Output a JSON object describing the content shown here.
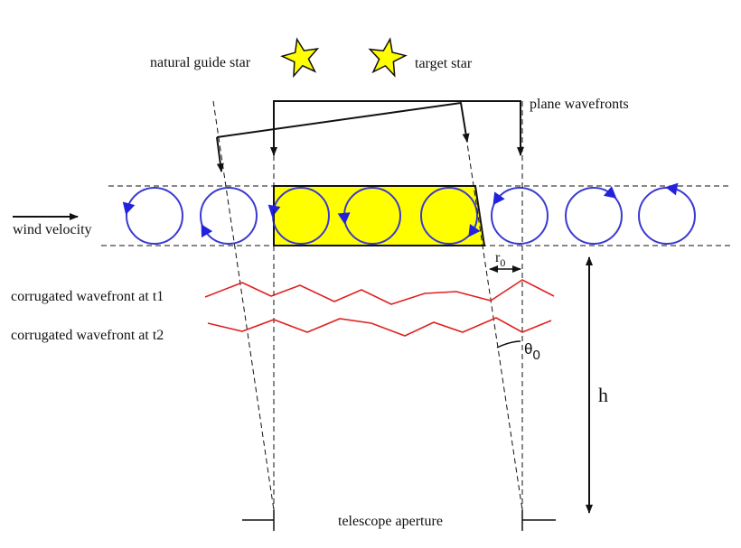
{
  "labels": {
    "natural_guide_star": "natural guide star",
    "target_star": "target star",
    "plane_wavefronts": "plane wavefronts",
    "wind_velocity": "wind velocity",
    "corrugated_t1": "corrugated wavefront at t1",
    "corrugated_t2": "corrugated wavefront at t2",
    "r0_symbol": "r",
    "r0_subscript": "0",
    "theta0_symbol": "θ",
    "theta0_subscript": "0",
    "height": "h",
    "telescope_aperture": "telescope aperture"
  },
  "colors": {
    "star_fill": "#ffff00",
    "turbulent_layer_fill": "#ffff00",
    "eddy_stroke": "#3a3ad0",
    "eddy_arrow": "#2222dd",
    "wavefront_line": "#e02020",
    "lines": "#111111"
  },
  "icons": {
    "guide_star": "star-icon",
    "target_star": "star-icon",
    "eddy": "circular-arrow-icon"
  }
}
